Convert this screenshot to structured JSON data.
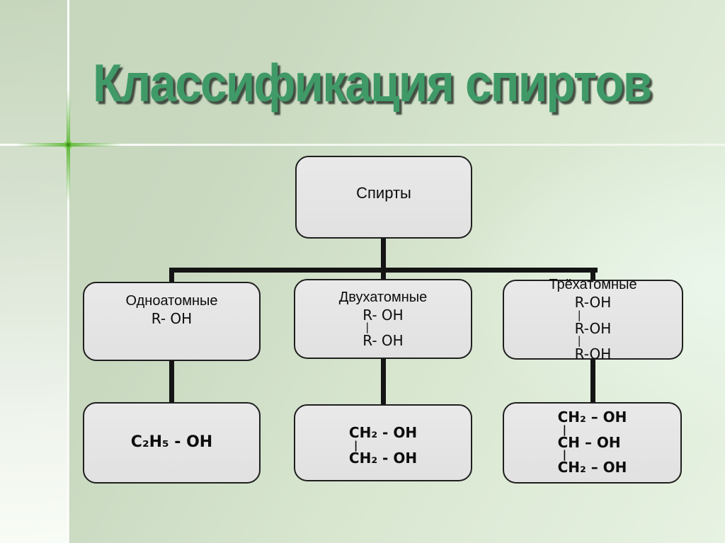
{
  "slide": {
    "title": "Классификация спиртов",
    "colors": {
      "title_green": "#3f9a68",
      "title_shadow": "#2a342a",
      "background_green": "#c6d6bd",
      "background_light": "#e7f2e2",
      "cross_glow_green": "#54b32c",
      "box_fill": "#e4e4e4",
      "box_border": "#1f1f1f",
      "connector_black": "#141414"
    }
  },
  "diagram": {
    "root": {
      "label": "Спирты"
    },
    "level2": [
      {
        "title": "Одноатомные",
        "lines": [
          "R- OH"
        ]
      },
      {
        "title": "Двухатомные",
        "lines": [
          "R- OH",
          "|",
          "R- OH"
        ]
      },
      {
        "title": "Трёхатомные",
        "lines": [
          "R-OH",
          "|",
          "R-OH",
          "|",
          "R-OH"
        ]
      }
    ],
    "level3": [
      {
        "lines": [
          "C₂H₅ - OH"
        ]
      },
      {
        "lines": [
          "CH₂ - OH",
          "|",
          "CH₂ - OH"
        ]
      },
      {
        "lines": [
          "CH₂ – OH",
          "|",
          "CH – OH",
          "|",
          "CH₂ – OH"
        ]
      }
    ]
  }
}
